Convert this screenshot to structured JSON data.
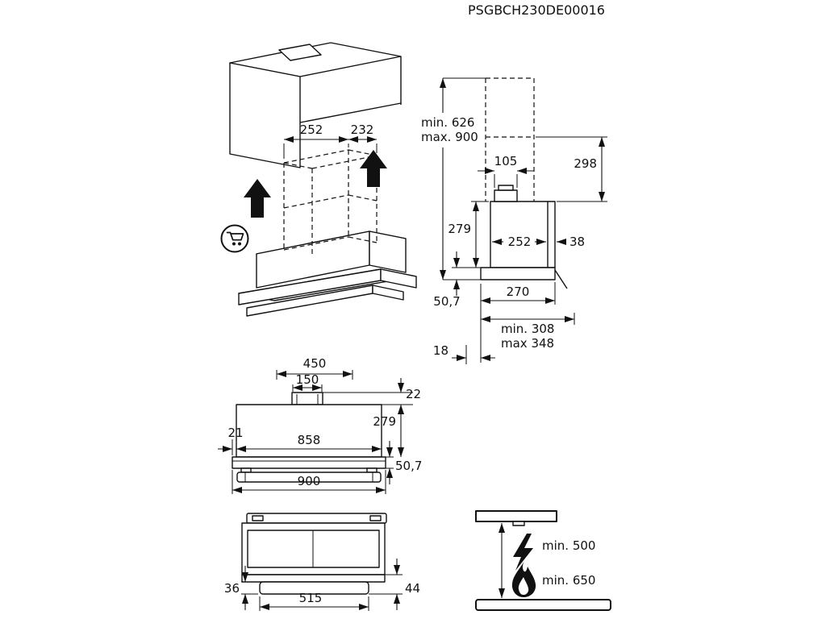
{
  "document": {
    "code": "PSGBCH230DE00016"
  },
  "isometric_view": {
    "duct_width": "252",
    "duct_depth": "232"
  },
  "side_view": {
    "height_min": "min. 626",
    "height_max": "max. 900",
    "outlet_width": "105",
    "chimney_height": "298",
    "body_height": "279",
    "body_depth": "252",
    "rear_gap": "38",
    "visor_height": "50,7",
    "base_depth": "270",
    "depth_min": "min. 308",
    "depth_max": "max 348",
    "wall_clearance": "18"
  },
  "front_view": {
    "duct_cover_width": "450",
    "outlet_width": "150",
    "outlet_height": "22",
    "body_height": "279",
    "side_inset": "21",
    "body_width": "858",
    "visor_height": "50,7",
    "total_width": "900"
  },
  "bottom_view": {
    "front_height": "36",
    "filter_width": "515",
    "rear_height": "44"
  },
  "clearance_view": {
    "electric_min_distance": "min. 500",
    "gas_min_distance": "min. 650"
  },
  "icons": {
    "cart": "shopping-cart-icon",
    "arrows": "up-arrow-icon",
    "electric": "lightning-bolt-icon",
    "gas": "flame-icon"
  },
  "colors": {
    "line": "#111111",
    "background": "#ffffff"
  }
}
